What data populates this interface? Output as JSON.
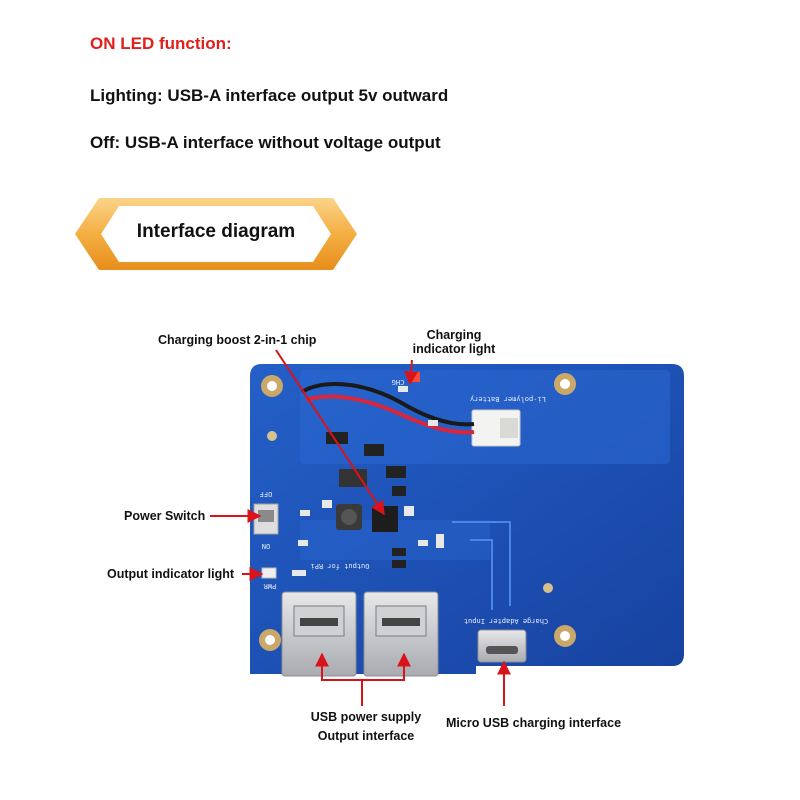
{
  "header": {
    "title": "ON LED function:",
    "lighting": "Lighting: USB-A interface output 5v outward",
    "off": "Off: USB-A interface without voltage output"
  },
  "banner": {
    "label": "Interface diagram"
  },
  "labels": {
    "chip": "Charging boost 2-in-1 chip",
    "charging_light_1": "Charging",
    "charging_light_2": "indicator light",
    "power_switch": "Power Switch",
    "output_light": "Output indicator light",
    "usb_supply_1": "USB power supply",
    "usb_supply_2": "Output interface",
    "micro_usb": "Micro USB charging interface"
  },
  "silkscreen": {
    "battery": "Li-polymer Battery",
    "chg": "CHG",
    "output_rpi": "Output for RPi",
    "charge_input": "Charge Adapter Input",
    "off": "OFF",
    "on": "ON",
    "pwr": "PWR"
  },
  "colors": {
    "title_red": "#e0201a",
    "arrow_red": "#d8141a",
    "pcb_blue": "#1a4fb5",
    "banner_orange": "#f2a93b"
  }
}
